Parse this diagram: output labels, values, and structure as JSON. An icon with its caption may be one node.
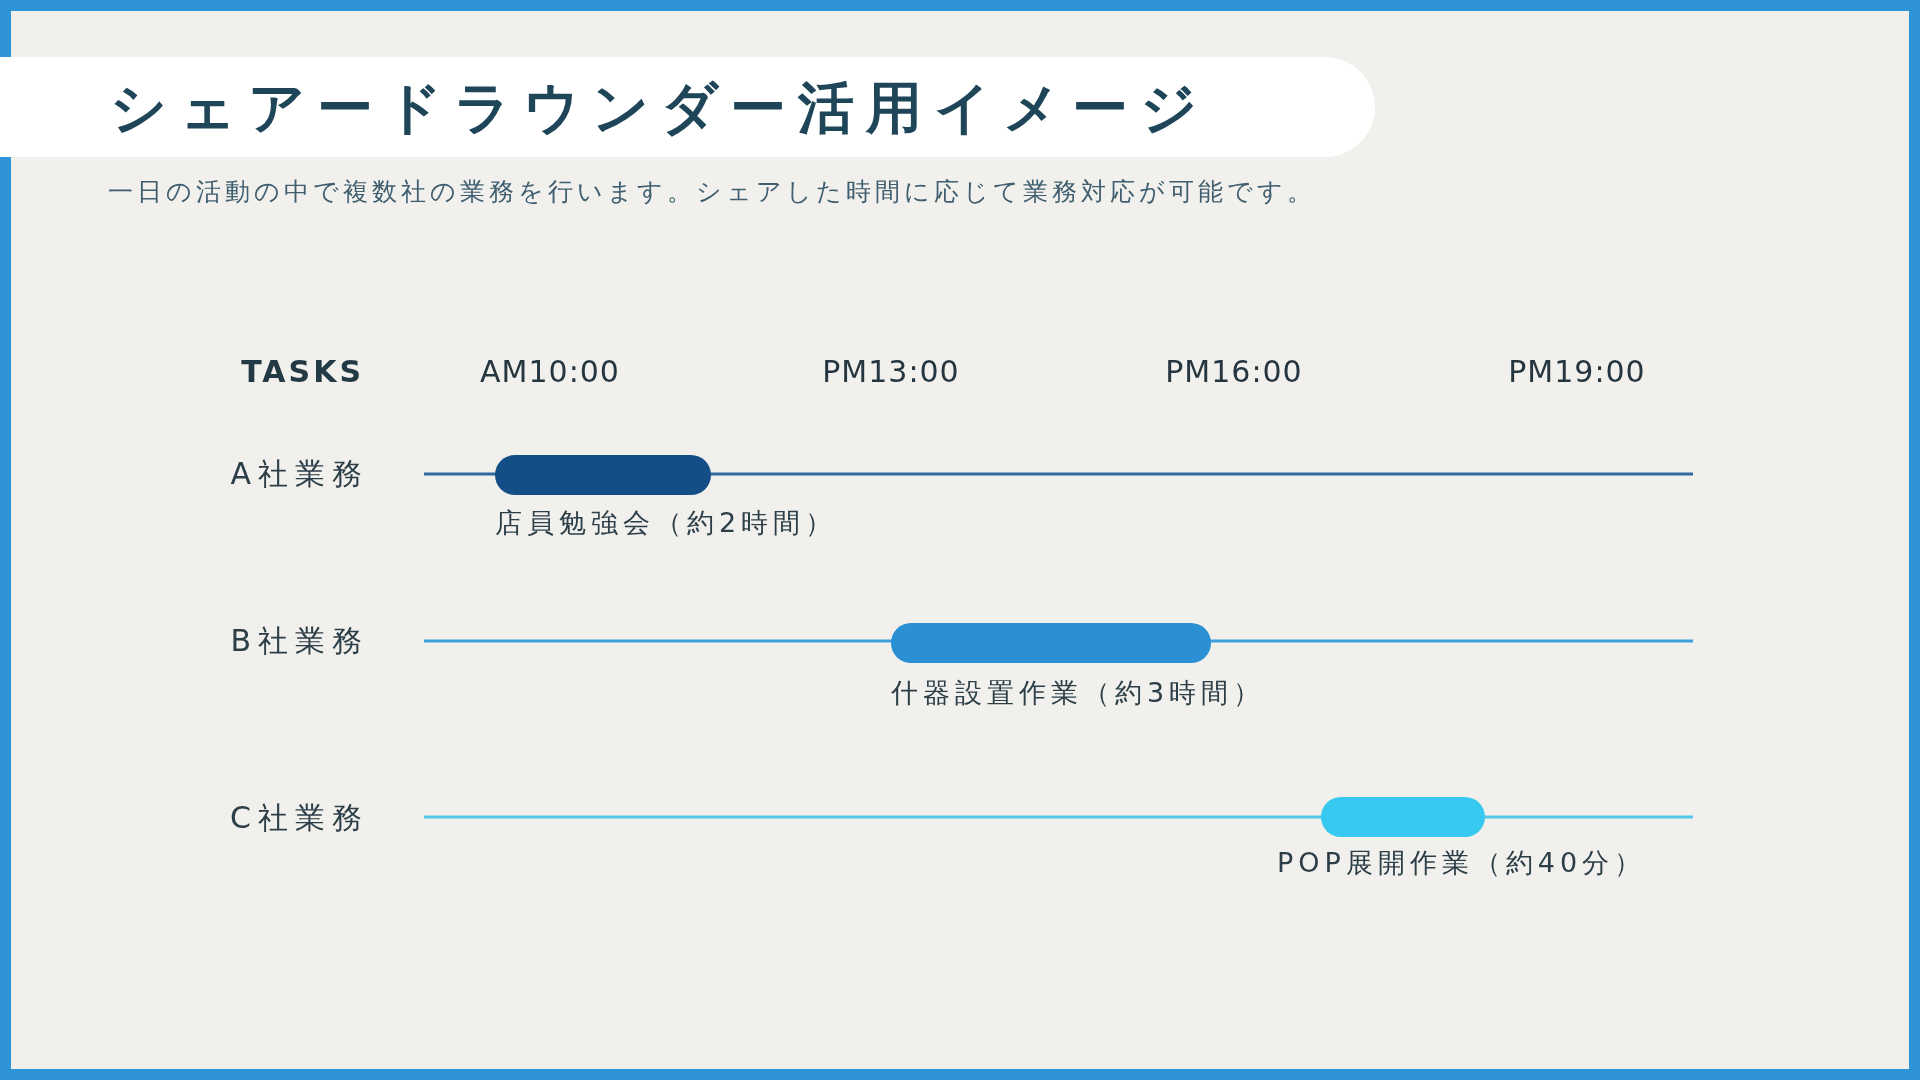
{
  "diagram": {
    "title": "シェアードラウンダー活用イメージ",
    "caption": "一日の活動の中で複数社の業務を行います。シェアした時間に応じて業務対応が可能です。",
    "nodes": [
      {
        "text": [],
        "shape": "bar",
        "beside": [
          "店員勉強会（約2時間）"
        ]
      },
      {
        "text": [],
        "shape": "bar",
        "beside": [
          "什器設置作業（約3時間）"
        ]
      },
      {
        "text": [],
        "shape": "bar",
        "beside": [
          "POP展開作業（約40分）"
        ]
      }
    ],
    "labels": [
      "TASKS",
      "AM10:00",
      "PM13:00",
      "PM16:00",
      "PM19:00",
      "A社業務",
      "B社業務",
      "C社業務"
    ]
  }
}
